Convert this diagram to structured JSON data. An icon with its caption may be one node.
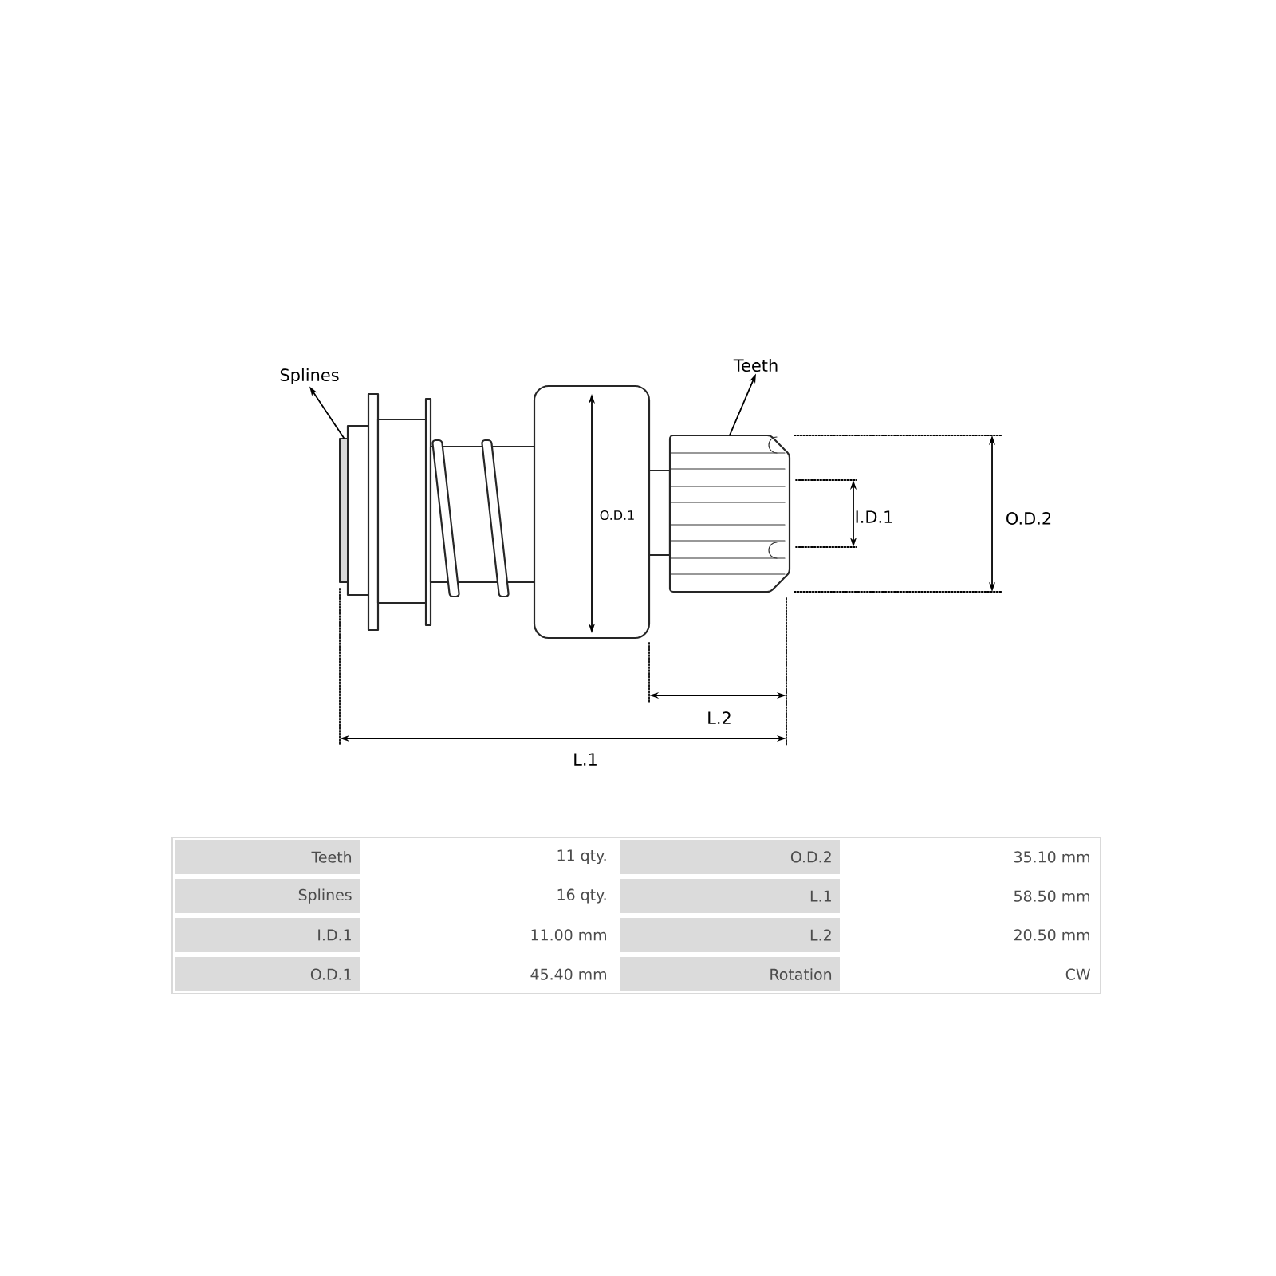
{
  "diagram": {
    "nodes": [
      {
        "text": [
          "Splines"
        ]
      },
      {
        "text": [],
        "shape": "box"
      },
      {
        "text": [
          "Teeth"
        ]
      },
      {
        "text": [],
        "shape": "box"
      }
    ],
    "edges": [
      {
        "from": 1,
        "to": 0,
        "arrow": "to"
      },
      {
        "from": 3,
        "to": 2,
        "arrow": "to"
      }
    ],
    "labels": [
      "O.D.1",
      "I.D.1",
      "O.D.2",
      "L.2",
      "L.1",
      "Teeth",
      "11 qty.",
      "O.D.2",
      "35.10 mm",
      "Splines",
      "16 qty.",
      "L.1",
      "58.50 mm",
      "I.D.1",
      "11.00 mm",
      "L.2",
      "20.50 mm",
      "O.D.1",
      "45.40 mm",
      "Rotation",
      "CW"
    ]
  }
}
